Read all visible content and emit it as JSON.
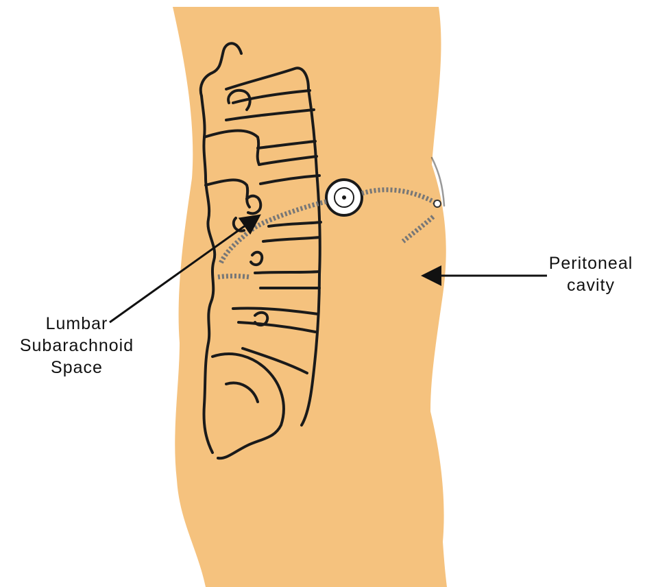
{
  "labels": {
    "lumbar_line1": "Lumbar",
    "lumbar_line2": "Subarachnoid",
    "lumbar_line3": "Space",
    "peritoneal_line1": "Peritoneal",
    "peritoneal_line2": "cavity"
  },
  "colors": {
    "body_fill": "#F5C27E",
    "outline": "#1a1a1a",
    "background": "#ffffff"
  }
}
